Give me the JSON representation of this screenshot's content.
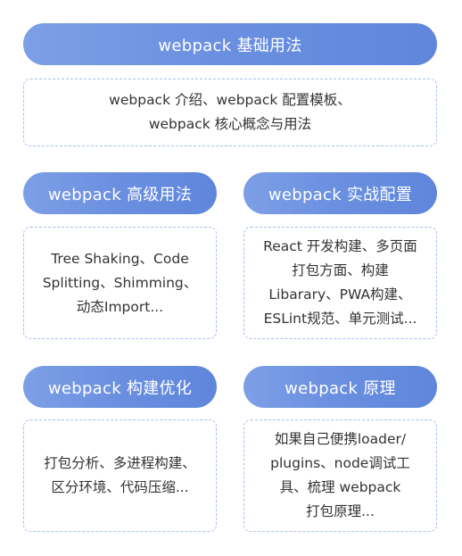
{
  "sections": {
    "basic": {
      "title": "webpack 基础用法",
      "lines": [
        "webpack 介绍、webpack 配置模板、",
        "webpack 核心概念与用法"
      ]
    },
    "advanced": {
      "title": "webpack 高级用法",
      "lines": [
        "Tree Shaking、Code",
        "Splitting、Shimming、",
        "动态Import..."
      ]
    },
    "practice": {
      "title": "webpack 实战配置",
      "lines": [
        "React 开发构建、多页面",
        "打包方面、构建",
        "Libarary、PWA构建、",
        "ESLint规范、单元测试..."
      ]
    },
    "optimize": {
      "title": "webpack 构建优化",
      "lines": [
        "打包分析、多进程构建、",
        "区分环境、代码压缩..."
      ]
    },
    "principle": {
      "title": "webpack 原理",
      "lines": [
        "如果自己便携loader/",
        "plugins、node调试工",
        "具、梳理 webpack",
        "打包原理..."
      ]
    }
  },
  "colors": {
    "pill_gradient_start": "#7d9fe6",
    "pill_gradient_end": "#5f86dc",
    "box_border": "#a9bdee",
    "text": "#333333",
    "pill_text": "#ffffff"
  }
}
